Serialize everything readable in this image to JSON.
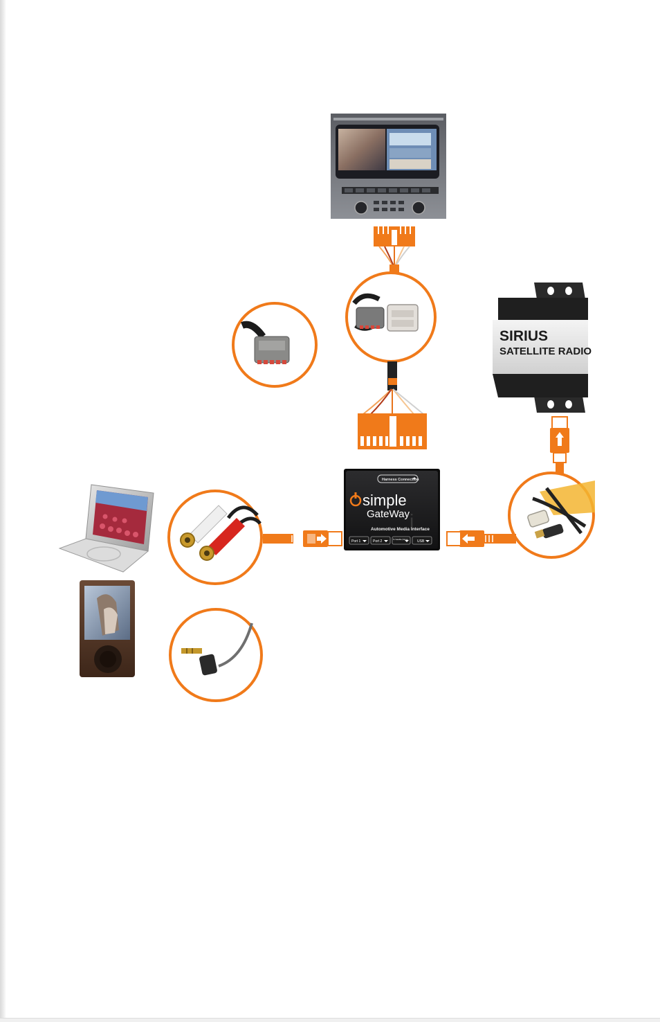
{
  "sirius_box": {
    "brand": "SIRIUS",
    "subtitle": "SATELLITE RADIO"
  },
  "gateway": {
    "top_tab": "Harness Connection",
    "logo_simple": "simple",
    "logo_gateway": "GateWay",
    "tagline": "Automotive Media Interface",
    "ports": [
      "Port 1",
      "Port 2",
      "To Satellite (Sirius)",
      "USB"
    ]
  },
  "colors": {
    "accent_orange": "#f07a1a",
    "cable_stroke": "#e8731a",
    "device_dark": "#2a2a2a"
  },
  "icons": {
    "flow_arrow": "right-arrow",
    "connector_pins": "pin-block"
  }
}
